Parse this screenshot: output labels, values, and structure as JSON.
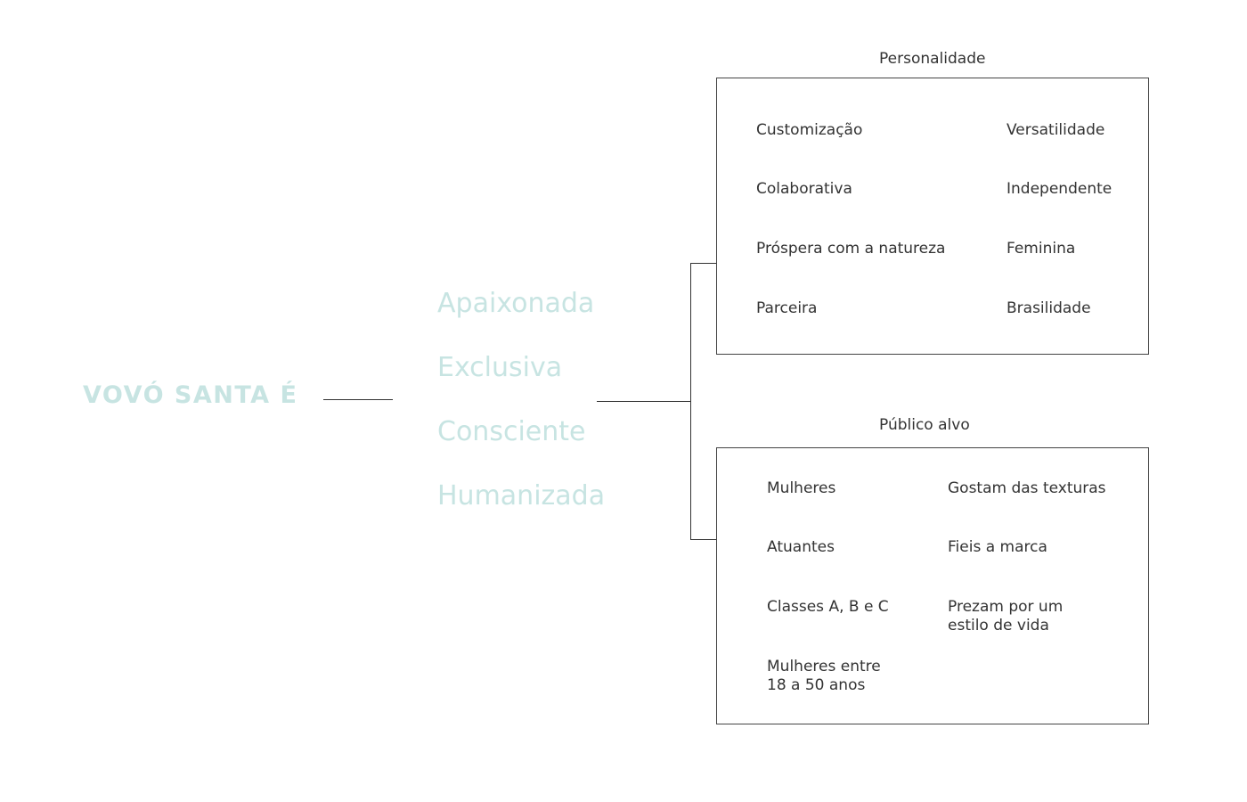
{
  "brand": {
    "title": "VOVÓ SANTA É"
  },
  "attributes": [
    "Apaixonada",
    "Exclusiva",
    "Consciente",
    "Humanizada"
  ],
  "personalidade": {
    "title": "Personalidade",
    "left": [
      "Customização",
      "Colaborativa",
      "Próspera com a natureza",
      "Parceira"
    ],
    "right": [
      "Versatilidade",
      "Independente",
      "Feminina",
      "Brasilidade"
    ]
  },
  "publico_alvo": {
    "title": "Público alvo",
    "left": [
      "Mulheres",
      "Atuantes",
      "Classes A, B e C",
      [
        "Mulheres entre",
        "18 a 50 anos"
      ]
    ],
    "right": [
      "Gostam das texturas",
      "Fieis a marca",
      [
        "Prezam por um",
        "estilo de vida"
      ]
    ]
  },
  "colors": {
    "accent": "#c7e4e2",
    "text": "#333333",
    "line": "#333333"
  }
}
